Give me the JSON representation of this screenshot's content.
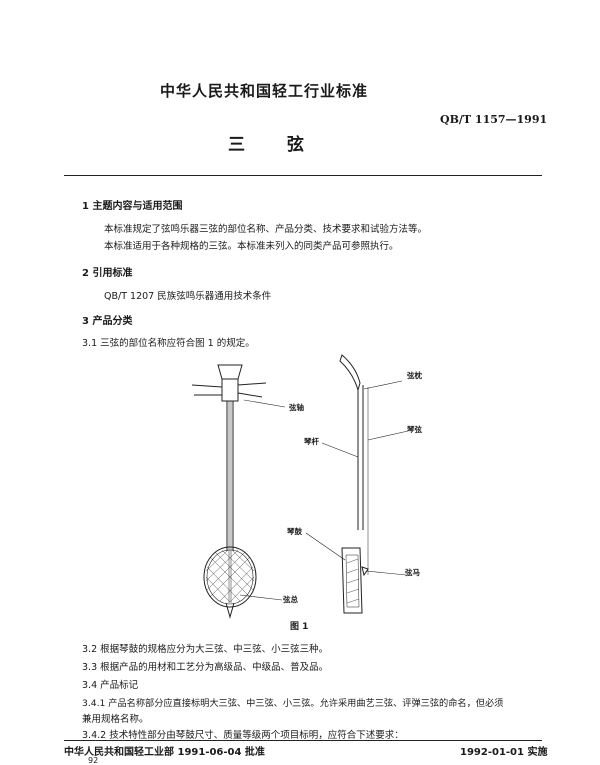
{
  "header": {
    "org": "中华人民共和国轻工行业标准",
    "code": "QB/T 1157—1991",
    "title": "三 弦"
  },
  "sections": {
    "s1_heading": "1  主题内容与适用范围",
    "s1_p1": "本标准规定了弦鸣乐器三弦的部位名称、产品分类、技术要求和试验方法等。",
    "s1_p2": "本标准适用于各种规格的三弦。本标准未列入的同类产品可参照执行。",
    "s2_heading": "2  引用标准",
    "s2_ref": "QB/T 1207  民族弦鸣乐器通用技术条件",
    "s3_heading": "3  产品分类",
    "s3_1": "3.1   三弦的部位名称应符合图 1 的规定。",
    "s3_2": "3.2  根据琴鼓的规格应分为大三弦、中三弦、小三弦三种。",
    "s3_3": "3.3  根据产品的用材和工艺分为高级品、中级品、普及品。",
    "s3_4": "3.4    产品标记",
    "s3_4_1a": "3.4.1   产品名称部分应直接标明大三弦、中三弦、小三弦。允许采用曲艺三弦、评弹三弦的命名，但必须",
    "s3_4_1b": "兼用规格名称。",
    "s3_4_2": "3.4.2   技术特性部分由琴鼓尺寸、质量等级两个项目标明，应符合下述要求："
  },
  "figure": {
    "caption": "图 1",
    "labels": {
      "xianzhen": "弦枕",
      "xianzhou": "弦轴",
      "qingan": "琴杆",
      "qinxian": "琴弦",
      "qingu": "琴鼓",
      "xianma": "弦马",
      "xianzong": "弦总"
    }
  },
  "footer": {
    "issuer": "中华人民共和国轻工业部 1991-06-04 批准",
    "effective": "1992-01-01 实施",
    "page": "92"
  }
}
